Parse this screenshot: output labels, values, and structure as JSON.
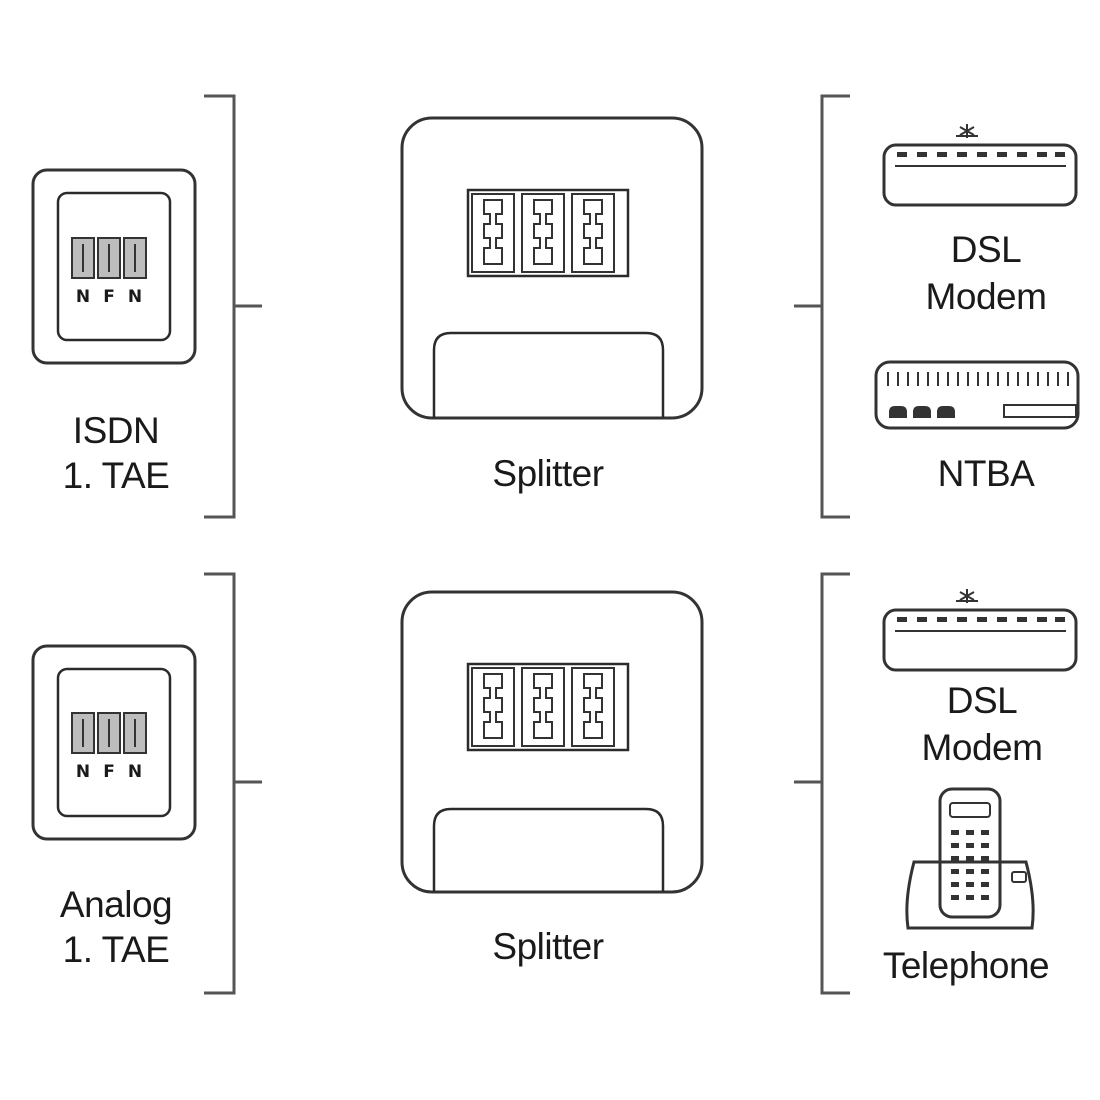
{
  "rows": [
    {
      "socket": {
        "label_line1": "ISDN",
        "label_line2": "1. TAE",
        "ports": [
          "N",
          "F",
          "N"
        ]
      },
      "splitter": {
        "label": "Splitter"
      },
      "devices": [
        {
          "type": "dsl-modem",
          "label_line1": "DSL",
          "label_line2": "Modem"
        },
        {
          "type": "ntba",
          "label": "NTBA"
        }
      ]
    },
    {
      "socket": {
        "label_line1": "Analog",
        "label_line2": "1. TAE",
        "ports": [
          "N",
          "F",
          "N"
        ]
      },
      "splitter": {
        "label": "Splitter"
      },
      "devices": [
        {
          "type": "dsl-modem",
          "label_line1": "DSL",
          "label_line2": "Modem"
        },
        {
          "type": "telephone",
          "label": "Telephone"
        }
      ]
    }
  ]
}
